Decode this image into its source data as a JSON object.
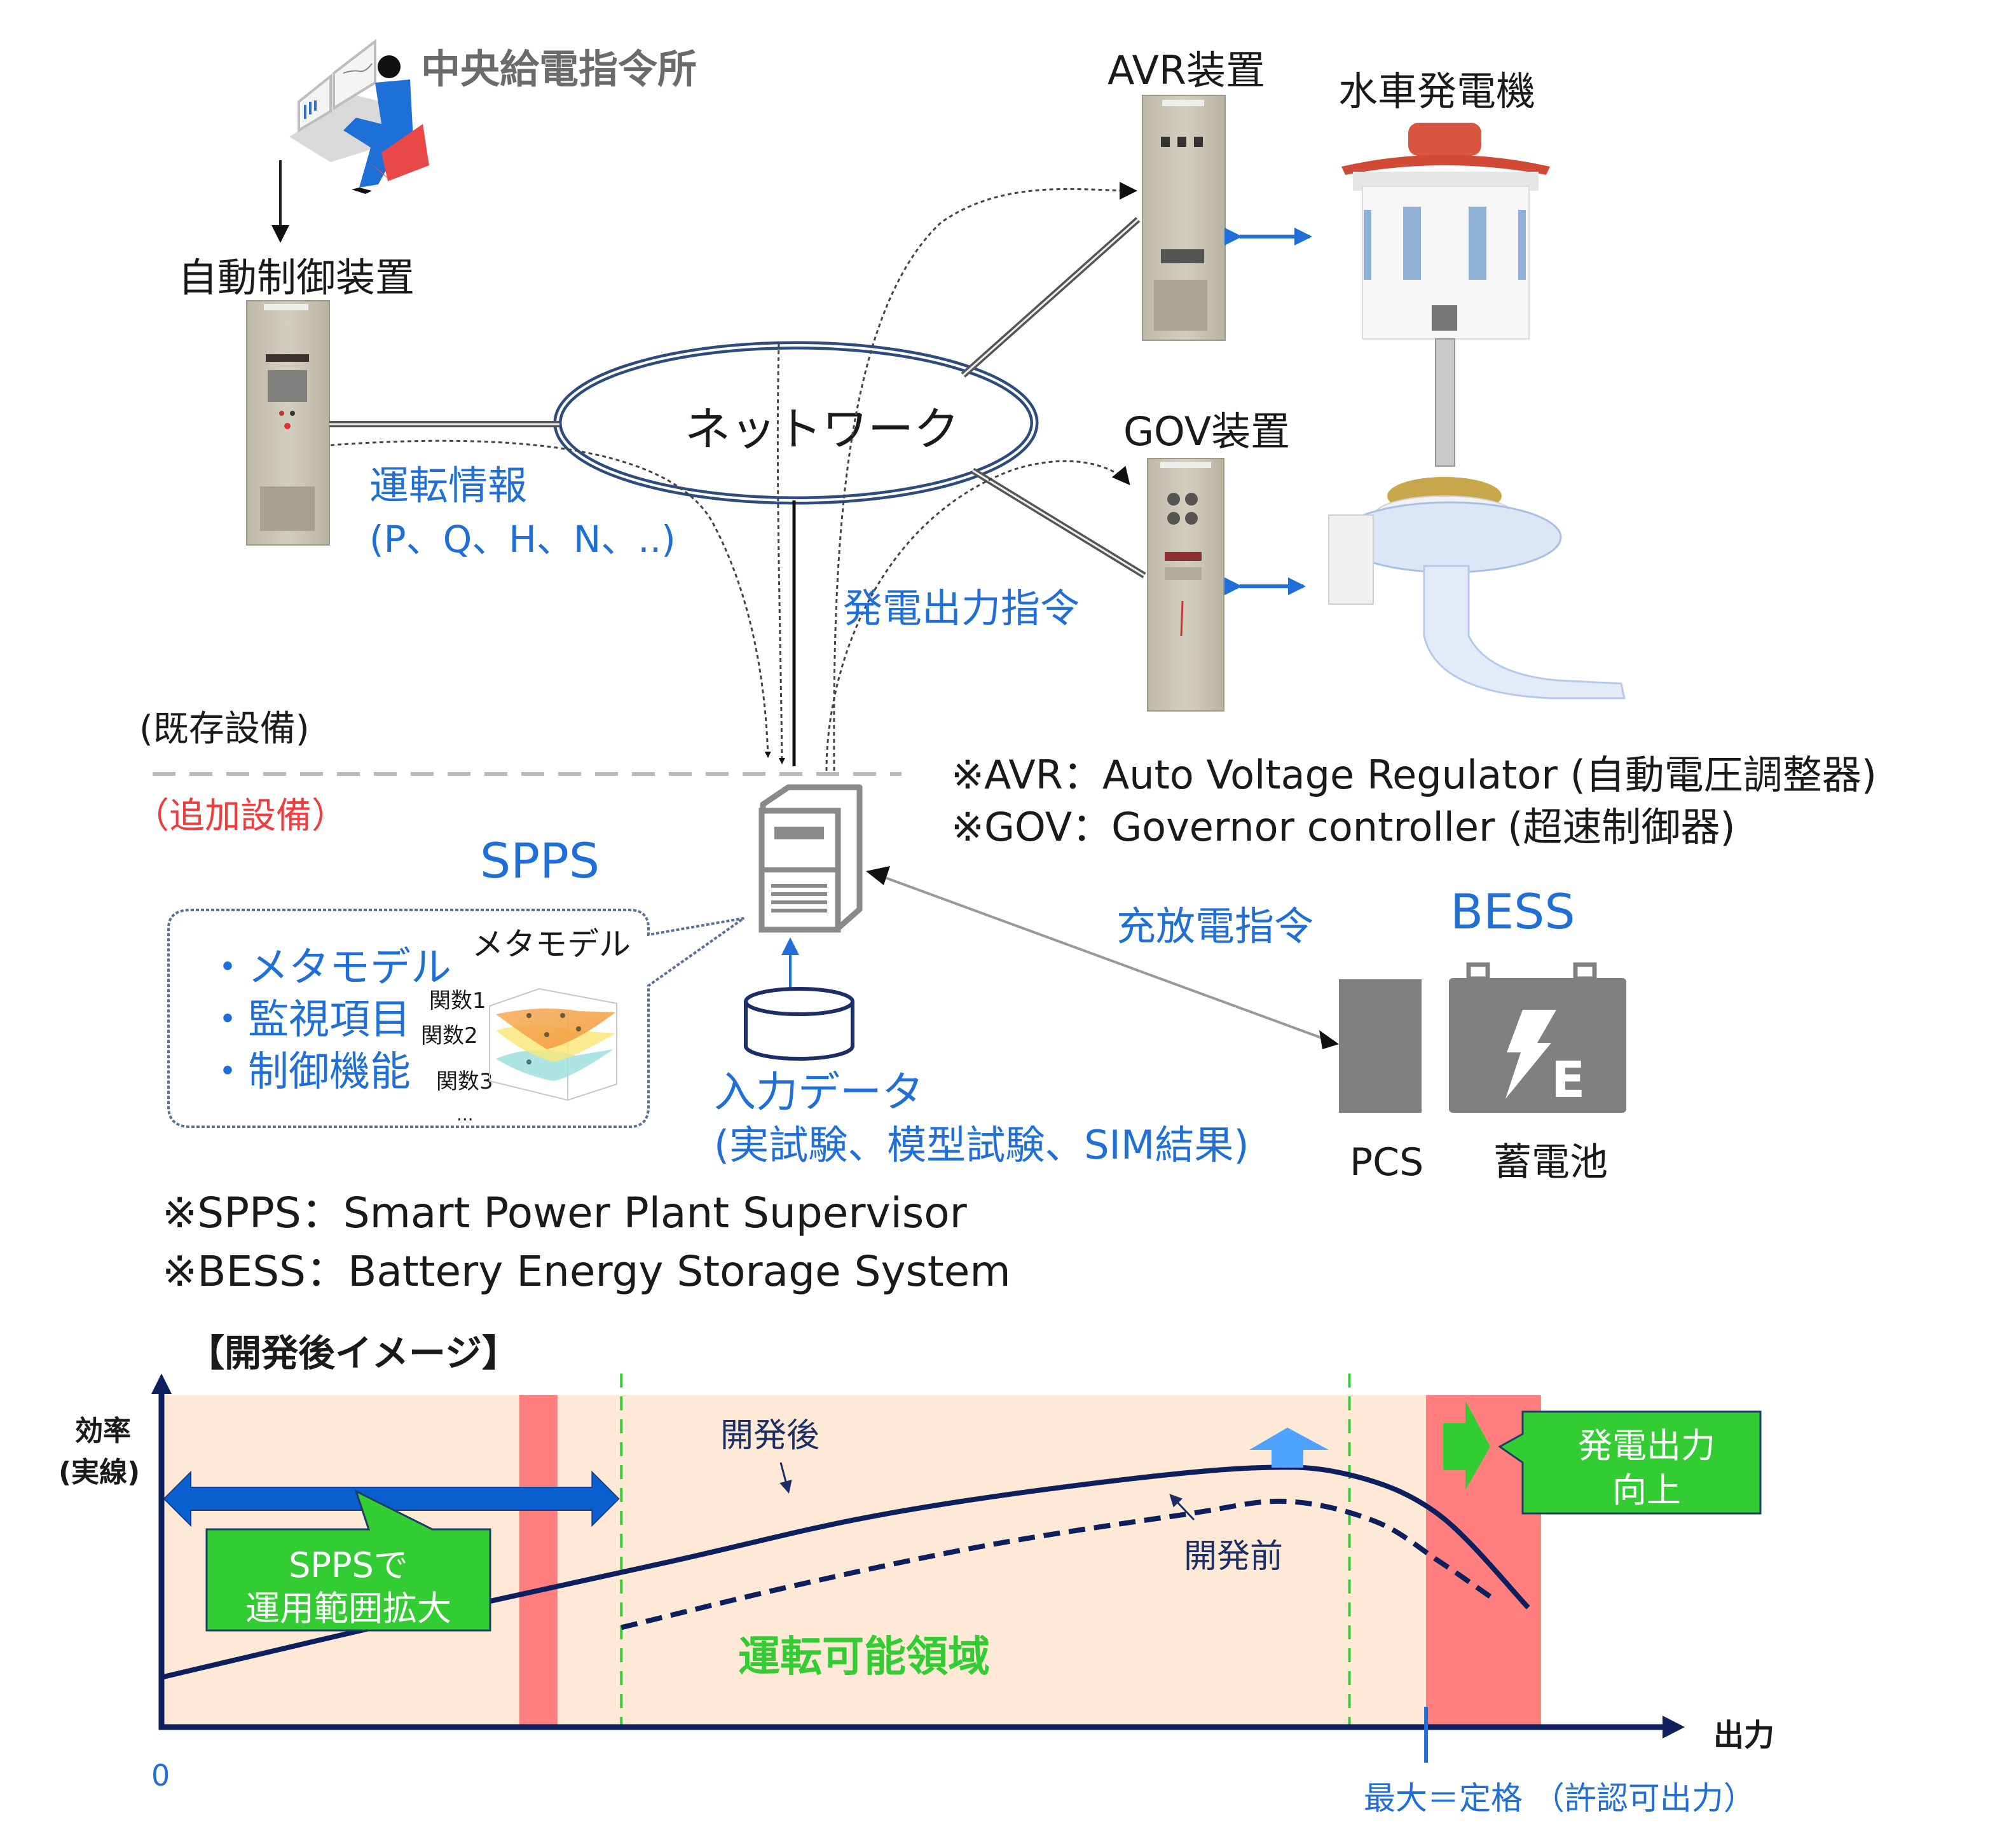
{
  "colors": {
    "blue_text": "#1f6fd6",
    "navy_curve": "#0d1f5c",
    "operable_area": "#fde9d5",
    "restricted_band": "#ff7f7f",
    "callout_green": "#33cc33",
    "added_label_red": "#f03c3c"
  },
  "top": {
    "dispatch_center": "中央給電指令所",
    "auto_control": "自動制御装置",
    "network": "ネットワーク",
    "operation_info": "運転情報",
    "operation_info_params": "(P、Q、H、N、..)",
    "output_command": "発電出力指令",
    "avr_device": "AVR装置",
    "gov_device": "GOV装置",
    "generator": "水車発電機"
  },
  "notes": {
    "avr": "※AVR：Auto Voltage Regulator (自動電圧調整器)",
    "gov": "※GOV：Governor controller (超速制御器)",
    "spps": "※SPPS：Smart Power Plant Supervisor",
    "bess": "※BESS：Battery Energy Storage System"
  },
  "sections": {
    "existing": "(既存設備)",
    "added": "（追加設備）"
  },
  "spps": {
    "title": "SPPS",
    "bullets": [
      "・メタモデル",
      "・監視項目",
      "・制御機能"
    ],
    "metamodel_title": "メタモデル",
    "functions": [
      "関数1",
      "関数2",
      "関数3",
      "..."
    ],
    "input_data": "入力データ",
    "input_data_sources": "(実試験、模型試験、SIM結果)"
  },
  "bess": {
    "title": "BESS",
    "charge_command": "充放電指令",
    "pcs_label": "PCS",
    "battery_label": "蓄電池",
    "battery_glyph": "E"
  },
  "chart_data": {
    "type": "line",
    "title": "【開発後イメージ】",
    "xlabel": "出力",
    "ylabel": "効率\n(実線)",
    "ylabel_line1": "効率",
    "ylabel_line2": "(実線)",
    "x_origin_label": "0",
    "x_max_label": "最大＝定格 （許認可出力）",
    "xlim": [
      0,
      1.2
    ],
    "ylim": [
      0,
      1
    ],
    "grid": false,
    "series": [
      {
        "name": "開発後",
        "style": "solid",
        "x": [
          0.0,
          0.2,
          0.4,
          0.55,
          0.7,
          0.85,
          0.93,
          1.0,
          1.07
        ],
        "y": [
          0.15,
          0.33,
          0.5,
          0.63,
          0.72,
          0.78,
          0.76,
          0.64,
          0.36
        ]
      },
      {
        "name": "開発前",
        "style": "dashed",
        "x": [
          0.36,
          0.5,
          0.65,
          0.8,
          0.88,
          0.95,
          1.0,
          1.045
        ],
        "y": [
          0.3,
          0.43,
          0.55,
          0.64,
          0.68,
          0.62,
          0.5,
          0.38
        ]
      }
    ],
    "regions": {
      "operable_label": "運転可能領域",
      "operable_x": [
        0,
        1.0
      ],
      "restricted_bands": [
        [
          0.28,
          0.31
        ],
        [
          0.99,
          1.08
        ]
      ],
      "old_limits": [
        0.36,
        0.93
      ],
      "rated_output": 0.99
    },
    "annotations": {
      "expand_range": [
        "SPPSで",
        "運用範囲拡大"
      ],
      "output_increase": [
        "発電出力",
        "向上"
      ],
      "after_label": "開発後",
      "before_label": "開発前"
    }
  }
}
